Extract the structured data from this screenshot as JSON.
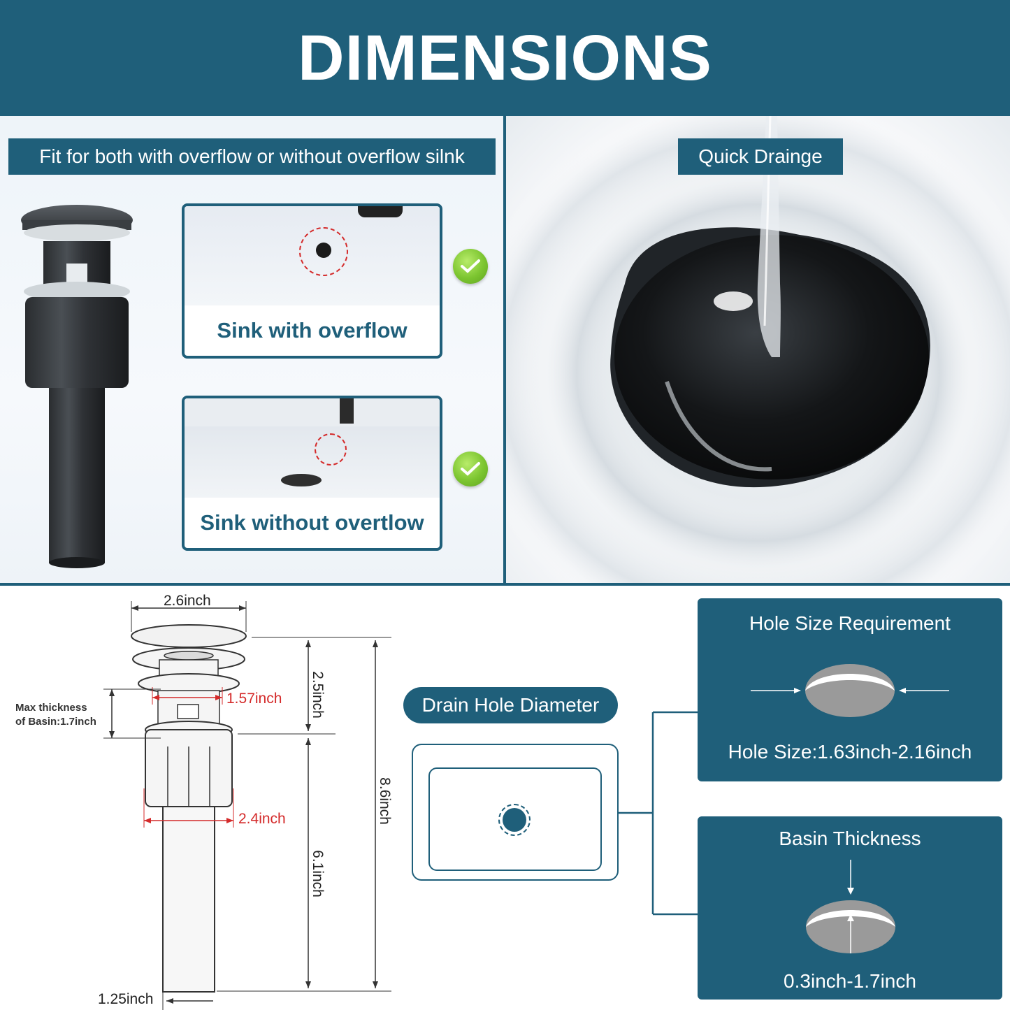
{
  "header": {
    "title": "DIMENSIONS"
  },
  "left_panel": {
    "tag": "Fit for both with overflow or without overflow silnk",
    "card_overflow": {
      "label": "Sink with overflow"
    },
    "card_no_overflow": {
      "label": "Sink without overtlow"
    }
  },
  "right_panel": {
    "tag": "Quick Drainge"
  },
  "diagram": {
    "top_width": "2.6inch",
    "inner_width": "1.57inch",
    "body_width": "2.4inch",
    "upper_height": "2.5inch",
    "total_height": "8.6inch",
    "lower_height": "6.1inch",
    "pipe_width": "1.25inch",
    "basin_note_line1": "Max thickness",
    "basin_note_line2": "of Basin:1.7inch"
  },
  "drain_hole": {
    "label": "Drain Hole Diameter"
  },
  "hole_size_box": {
    "title": "Hole Size Requirement",
    "value": "Hole Size:1.63inch-2.16inch"
  },
  "basin_box": {
    "title": "Basin Thickness",
    "value": "0.3inch-1.7inch"
  },
  "colors": {
    "brand": "#1f5f7a",
    "accent_red": "#d42a2a",
    "check_green": "#7cc530"
  }
}
